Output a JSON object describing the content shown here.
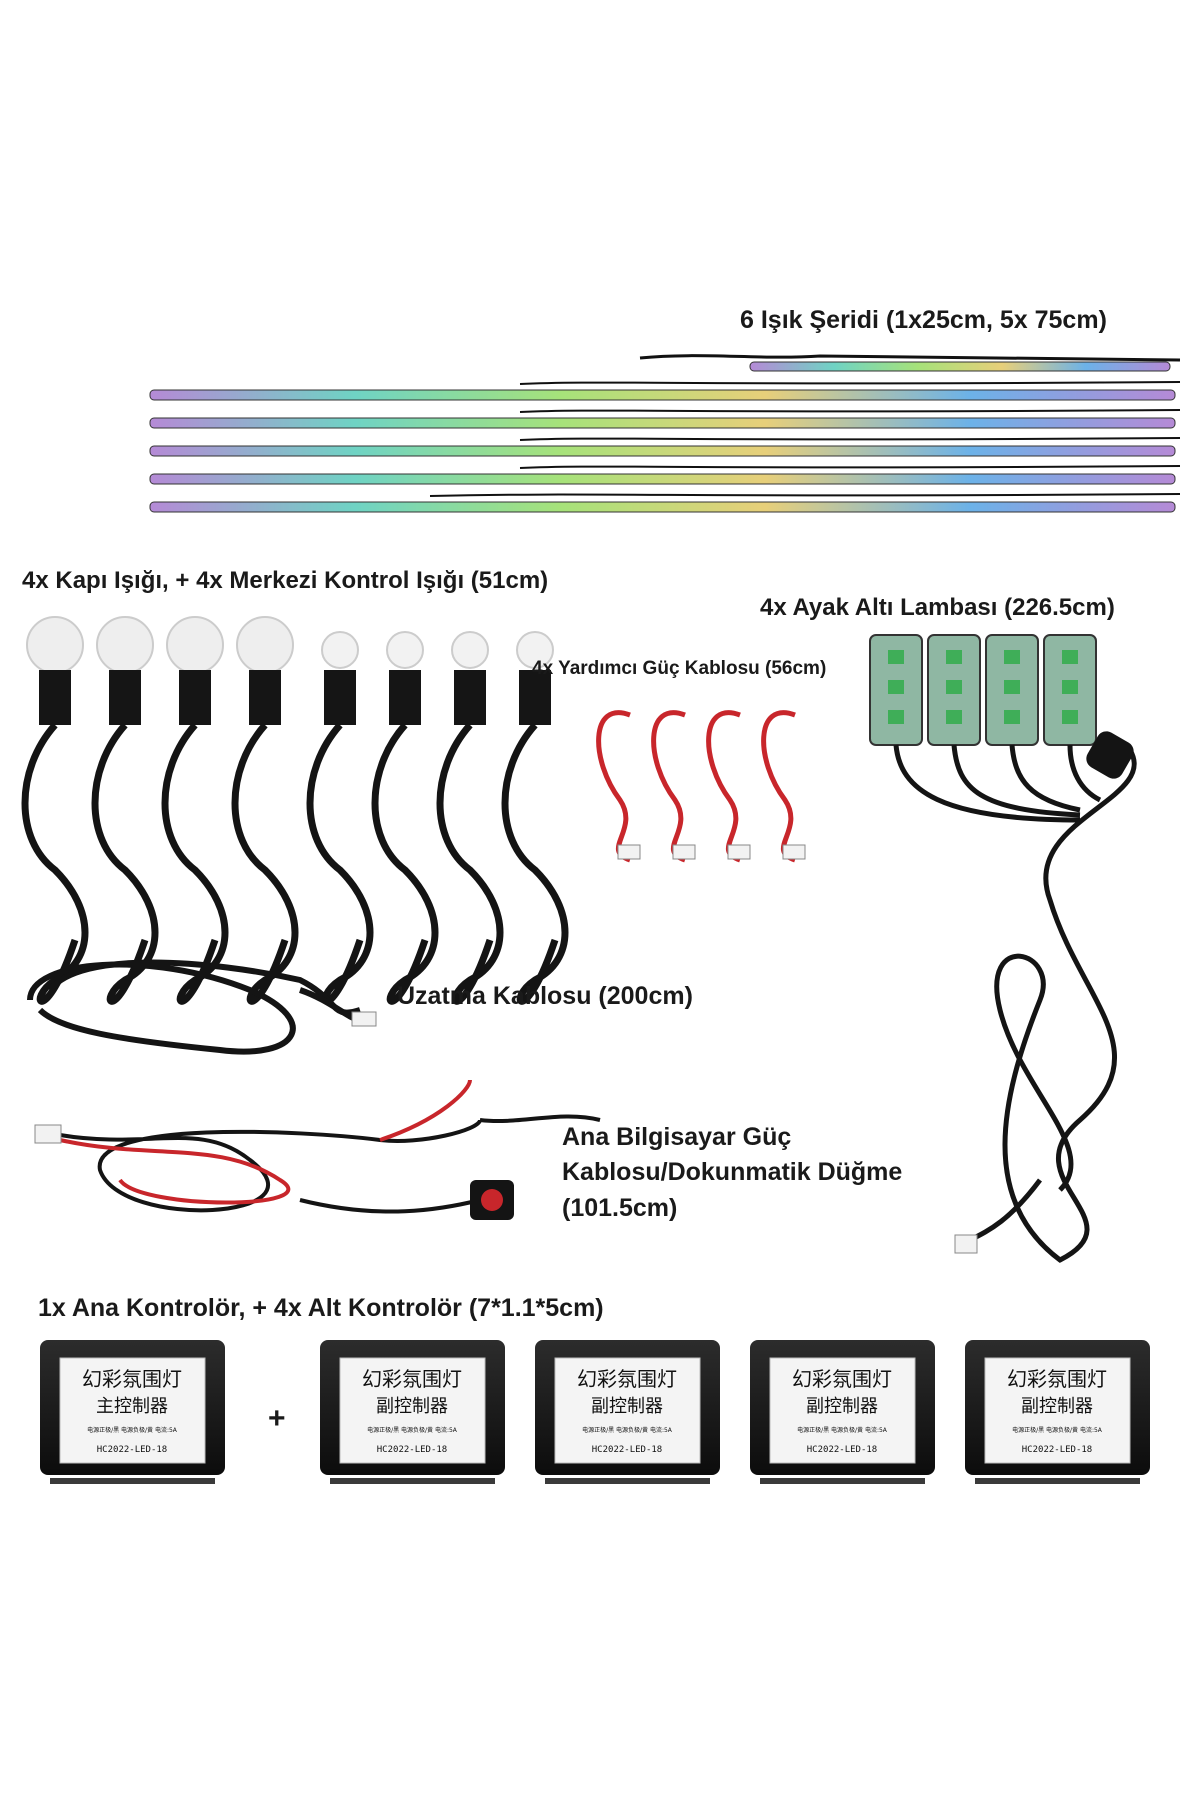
{
  "labels": {
    "strips": "6 Işık Şeridi (1x25cm, 5x 75cm)",
    "door_lights": "4x Kapı Işığı, + 4x Merkezi Kontrol Işığı (51cm)",
    "foot_lamps": "4x Ayak Altı Lambası (226.5cm)",
    "aux_power": "4x Yardımcı Güç Kablosu (56cm)",
    "extension": "Uzatma Kablosu (200cm)",
    "main_power_line1": "Ana Bilgisayar Güç",
    "main_power_line2": "Kablosu/Dokunmatik Düğme",
    "main_power_line3": "(101.5cm)",
    "controllers": "1x Ana Kontrolör, + 4x Alt Kontrolör (7*1.1*5cm)",
    "plus": "+"
  },
  "controller_boxes": {
    "brand": "幻彩氛围灯",
    "main_sub": "主控制器",
    "sub_sub": "副控制器",
    "spec": "电源正极/黑 电源负极/黄 电流:5A",
    "model": "HC2022-LED-18"
  },
  "colors": {
    "rainbow": [
      "#c9a0e0",
      "#7fd6c8",
      "#9be27a",
      "#e8d27a",
      "#7fb4e8",
      "#b48fe0"
    ],
    "cable": "#141414",
    "red_wire": "#c8262b",
    "green_led": "#3fae58"
  }
}
